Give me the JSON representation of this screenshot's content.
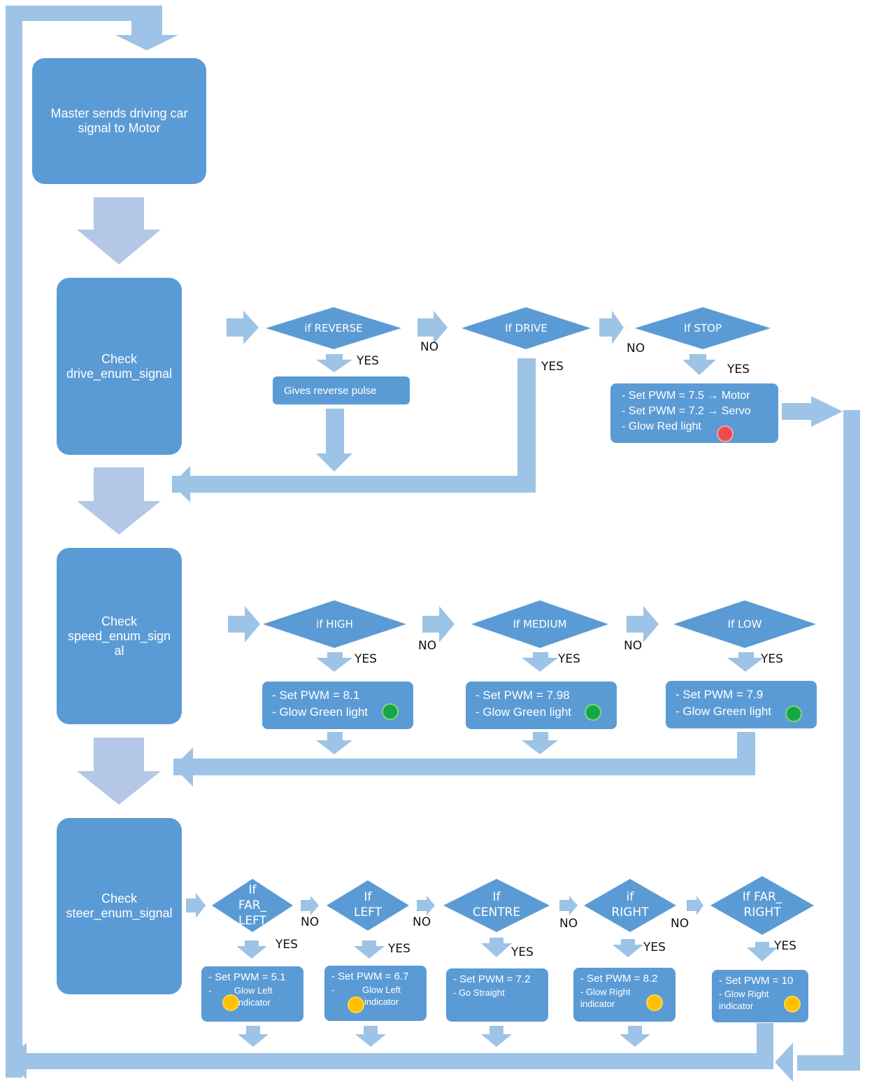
{
  "colors": {
    "box": "#5b9bd5",
    "connector": "#9dc3e6",
    "big_arrow": "#b4c7e7",
    "red": "#f04b4b",
    "green": "#16a64a",
    "yellow": "#ffc000"
  },
  "start": {
    "text": "Master sends driving car\nsignal to Motor"
  },
  "drive": {
    "check": "Check\ndrive_enum_signal",
    "reverse": {
      "label": "if REVERSE",
      "yes": "YES",
      "no": "NO",
      "action": "Gives reverse pulse"
    },
    "drive_mode": {
      "label": "If DRIVE",
      "yes": "YES",
      "no": "NO"
    },
    "stop": {
      "label": "If STOP",
      "yes": "YES",
      "lines": [
        "- Set PWM = 7.5 → Motor",
        "- Set PWM = 7.2 → Servo",
        "- Glow Red light"
      ],
      "light": "red-light"
    }
  },
  "speed": {
    "check": "Check\nspeed_enum_sign\nal",
    "high": {
      "label": "if HIGH",
      "yes": "YES",
      "no": "NO",
      "lines": [
        "- Set PWM = 8.1",
        "- Glow Green light"
      ],
      "light": "green-light"
    },
    "medium": {
      "label": "If MEDIUM",
      "yes": "YES",
      "no": "NO",
      "lines": [
        "- Set PWM = 7.98",
        "- Glow Green light"
      ],
      "light": "green-light"
    },
    "low": {
      "label": "If LOW",
      "yes": "YES",
      "lines": [
        "- Set PWM = 7.9",
        "- Glow Green light"
      ],
      "light": "green-light"
    }
  },
  "steer": {
    "check": "Check\nsteer_enum_signal",
    "far_left": {
      "label": "If\nFAR_\nLEFT",
      "yes": "YES",
      "no": "NO",
      "lines": [
        "- Set PWM = 5.1",
        "-         Glow Left",
        "           indicator"
      ],
      "light": "yellow-indicator"
    },
    "left": {
      "label": "If\nLEFT",
      "yes": "YES",
      "no": "NO",
      "lines": [
        "- Set PWM = 6.7",
        "-           Glow Left",
        "             indicator"
      ],
      "light": "yellow-indicator"
    },
    "centre": {
      "label": "If\nCENTRE",
      "yes": "YES",
      "no": "NO",
      "lines": [
        "- Set PWM = 7.2",
        "- Go Straight"
      ]
    },
    "right": {
      "label": "if\nRIGHT",
      "yes": "YES",
      "no": "NO",
      "lines": [
        "- Set PWM = 8.2",
        "- Glow Right",
        "indicator"
      ],
      "light": "yellow-indicator"
    },
    "far_right": {
      "label": "If FAR_\nRIGHT",
      "yes": "YES",
      "lines": [
        "- Set PWM = 10",
        "- Glow Right",
        "indicator"
      ],
      "light": "yellow-indicator"
    }
  }
}
